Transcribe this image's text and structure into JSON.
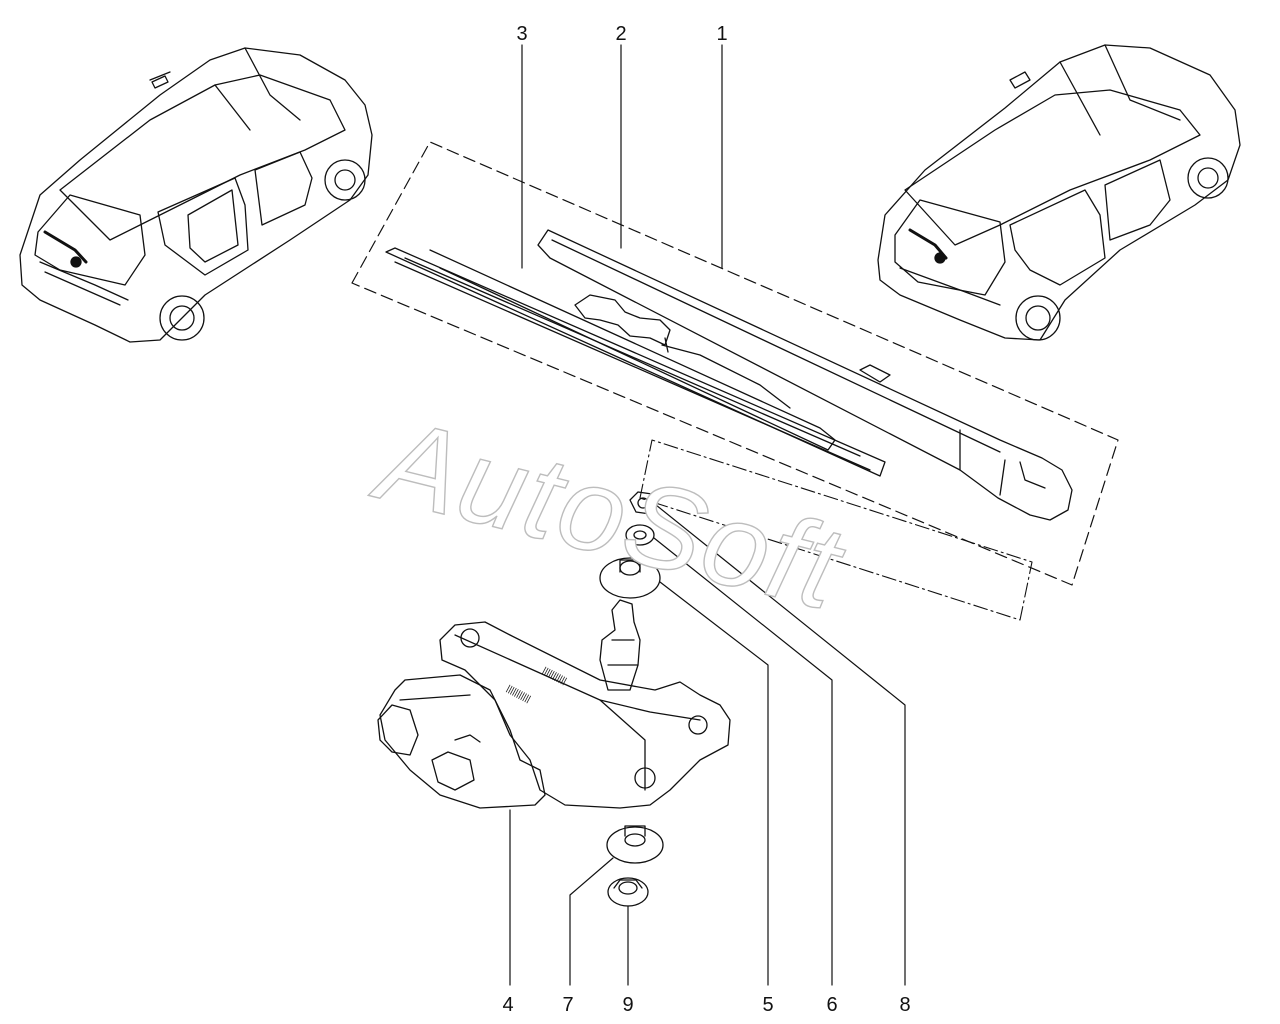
{
  "watermark": {
    "text": "AutoSoft"
  },
  "callouts": [
    {
      "id": "1",
      "label": "1"
    },
    {
      "id": "2",
      "label": "2"
    },
    {
      "id": "3",
      "label": "3"
    },
    {
      "id": "4",
      "label": "4"
    },
    {
      "id": "5",
      "label": "5"
    },
    {
      "id": "6",
      "label": "6"
    },
    {
      "id": "7",
      "label": "7"
    },
    {
      "id": "8",
      "label": "8"
    },
    {
      "id": "9",
      "label": "9"
    }
  ],
  "colors": {
    "line": "#111111",
    "watermark_stroke": "#bdbdbd",
    "background": "#ffffff"
  }
}
